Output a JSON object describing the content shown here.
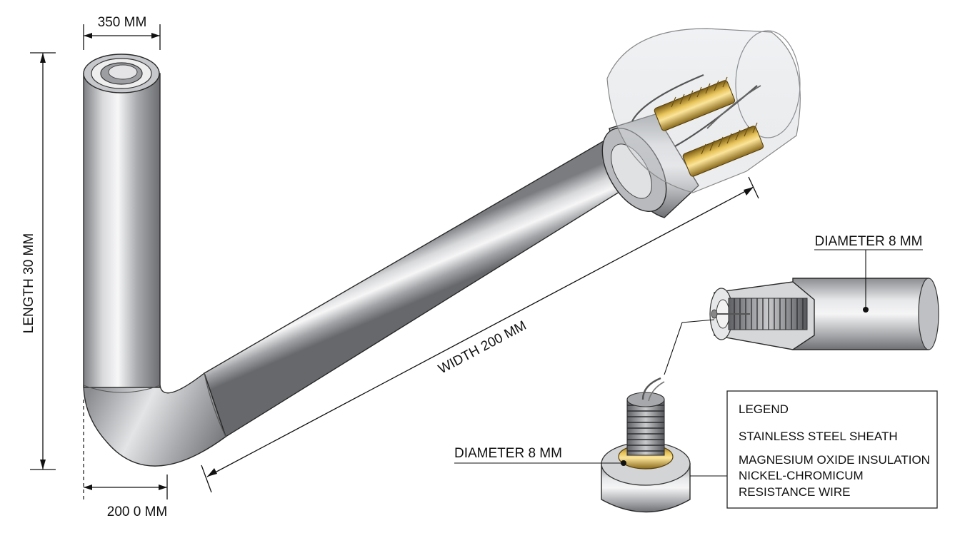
{
  "dimensions": {
    "top_width": "350 MM",
    "length_vertical": "LENGTH 30 MM",
    "width_diagonal": "WIDTH 200 MM",
    "bottom_width": "200 0 MM"
  },
  "detail_callouts": {
    "section_diameter": "DIAMETER 8 MM",
    "terminal_diameter": "DIAMETER 8 MM"
  },
  "legend": {
    "title": "LEGEND",
    "items": [
      "STAINLESS STEEL SHEATH",
      "MAGNESIUM OXIDE INSULATION",
      "NICKEL-CHROMICUM",
      "RESISTANCE WIRE"
    ]
  },
  "icons": [
    "heating-element-tube",
    "terminal-housing",
    "cross-section-detail",
    "terminal-detail"
  ]
}
